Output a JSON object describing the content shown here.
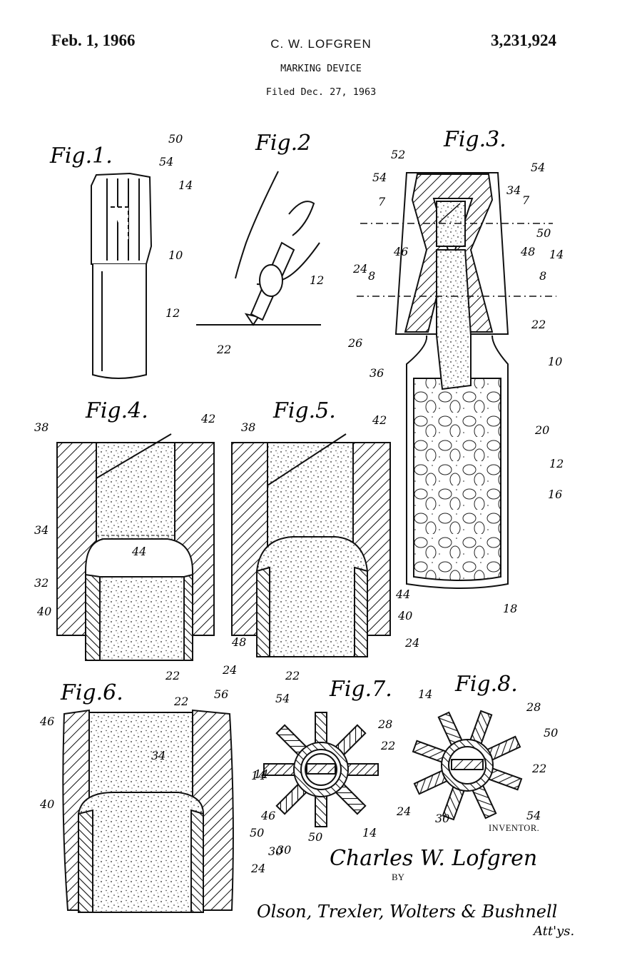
{
  "header": {
    "date": "Feb. 1, 1966",
    "inventor": "C. W. LOFGREN",
    "patent_number": "3,231,924",
    "title": "MARKING DEVICE",
    "filed": "Filed Dec. 27, 1963"
  },
  "figures": {
    "fig1": "Fig.1.",
    "fig2": "Fig.2",
    "fig3": "Fig.3.",
    "fig4": "Fig.4.",
    "fig5": "Fig.5.",
    "fig6": "Fig.6.",
    "fig7": "Fig.7.",
    "fig8": "Fig.8."
  },
  "refs": {
    "fig1": [
      "50",
      "54",
      "14",
      "10",
      "12"
    ],
    "fig2": [
      "12",
      "22"
    ],
    "fig3": [
      "52",
      "54",
      "54",
      "34",
      "7",
      "7",
      "50",
      "46",
      "48",
      "14",
      "24",
      "8",
      "8",
      "26",
      "22",
      "10",
      "36",
      "20",
      "12",
      "16",
      "18"
    ],
    "fig4": [
      "38",
      "42",
      "34",
      "44",
      "32",
      "40",
      "22",
      "24"
    ],
    "fig5": [
      "38",
      "42",
      "44",
      "40",
      "48",
      "22",
      "24"
    ],
    "fig6": [
      "22",
      "56",
      "46",
      "34",
      "14",
      "40",
      "50",
      "30",
      "24"
    ],
    "fig7": [
      "54",
      "28",
      "22",
      "14",
      "46",
      "50",
      "30",
      "14"
    ],
    "fig8": [
      "14",
      "28",
      "50",
      "22",
      "24",
      "30",
      "54"
    ]
  },
  "footer": {
    "inventor_caption": "INVENTOR.",
    "signature": "Charles W. Lofgren",
    "by": "BY",
    "attorneys": "Olson, Trexler, Wolters & Bushnell",
    "atty_suffix": "Att'ys."
  }
}
